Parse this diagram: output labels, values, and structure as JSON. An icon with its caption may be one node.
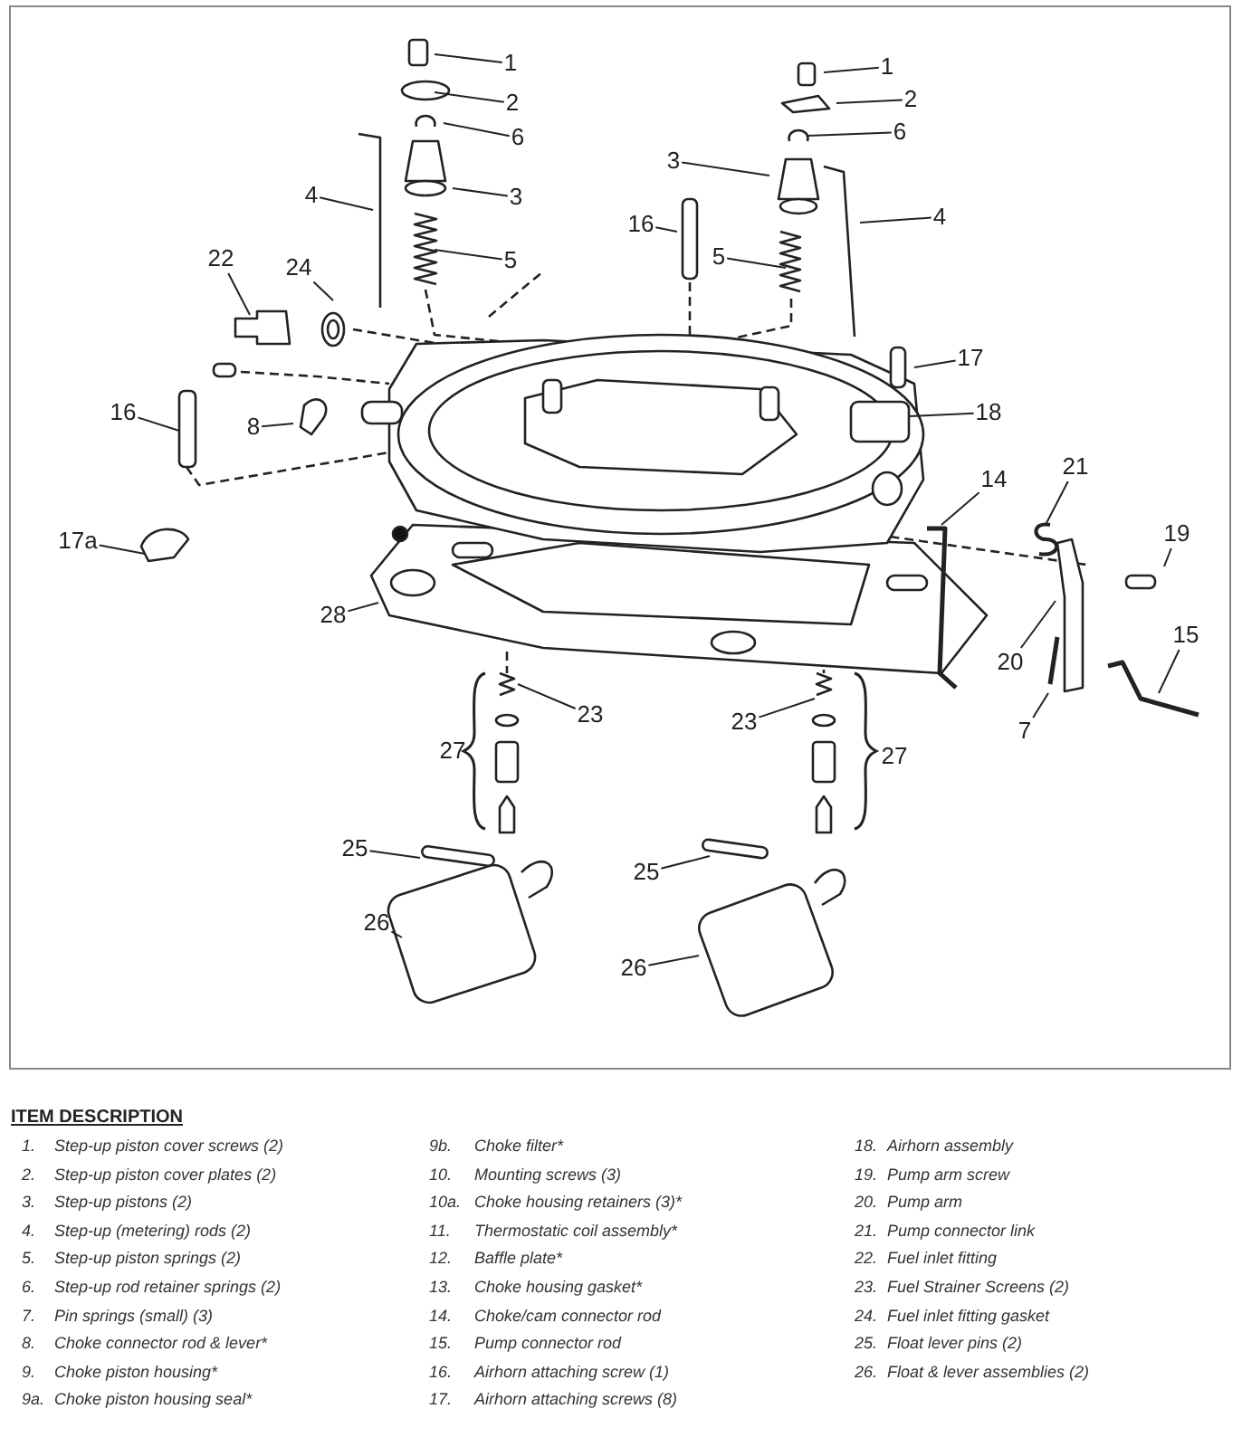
{
  "diagram": {
    "title": "ITEM DESCRIPTION",
    "nodes": [
      {
        "text": [
          "1"
        ]
      },
      {
        "text": [
          "2"
        ]
      },
      {
        "text": [
          "6"
        ]
      },
      {
        "text": [
          "4"
        ]
      },
      {
        "text": [
          "3"
        ]
      },
      {
        "text": [
          "5"
        ]
      },
      {
        "text": [
          "22"
        ]
      },
      {
        "text": [
          "24"
        ]
      },
      {
        "text": [
          "16"
        ]
      },
      {
        "text": [
          "8"
        ]
      },
      {
        "text": [
          "17a"
        ]
      },
      {
        "text": [
          "28"
        ]
      },
      {
        "text": [
          "23"
        ]
      },
      {
        "text": [
          "25"
        ]
      },
      {
        "text": [
          "26"
        ]
      },
      {
        "text": [
          "1"
        ]
      },
      {
        "text": [
          "2"
        ]
      },
      {
        "text": [
          "6"
        ]
      },
      {
        "text": [
          "3"
        ]
      },
      {
        "text": [
          "16"
        ]
      },
      {
        "text": [
          "5"
        ]
      },
      {
        "text": [
          "4"
        ]
      },
      {
        "text": [
          "17"
        ]
      },
      {
        "text": [
          "18"
        ]
      },
      {
        "text": [
          "14"
        ]
      },
      {
        "text": [
          "21"
        ]
      },
      {
        "text": [
          "19"
        ]
      },
      {
        "text": [
          "20"
        ]
      },
      {
        "text": [
          "7"
        ]
      },
      {
        "text": [
          "15"
        ]
      },
      {
        "text": [
          "23"
        ]
      },
      {
        "text": [
          "25"
        ]
      },
      {
        "text": [
          "26"
        ]
      }
    ],
    "edges": [
      {
        "from": 0,
        "to": null,
        "arrow": "none"
      },
      {
        "from": 1,
        "to": null,
        "arrow": "none"
      },
      {
        "from": 2,
        "to": null,
        "arrow": "none"
      },
      {
        "from": 3,
        "to": null,
        "arrow": "none"
      },
      {
        "from": 4,
        "to": null,
        "arrow": "none"
      },
      {
        "from": 5,
        "to": null,
        "arrow": "none"
      },
      {
        "from": 6,
        "to": null,
        "arrow": "none"
      },
      {
        "from": 7,
        "to": null,
        "arrow": "none"
      },
      {
        "from": 8,
        "to": null,
        "arrow": "none"
      },
      {
        "from": 9,
        "to": null,
        "arrow": "none"
      },
      {
        "from": 10,
        "to": null,
        "arrow": "none"
      },
      {
        "from": 11,
        "to": null,
        "arrow": "none"
      },
      {
        "from": 12,
        "to": null,
        "arrow": "none"
      },
      {
        "from": 13,
        "to": null,
        "arrow": "none"
      },
      {
        "from": 14,
        "to": null,
        "arrow": "none"
      },
      {
        "from": 15,
        "to": null,
        "arrow": "none"
      },
      {
        "from": 16,
        "to": null,
        "arrow": "none"
      },
      {
        "from": 17,
        "to": null,
        "arrow": "none"
      },
      {
        "from": 18,
        "to": null,
        "arrow": "none"
      },
      {
        "from": 19,
        "to": null,
        "arrow": "none"
      },
      {
        "from": 20,
        "to": null,
        "arrow": "none"
      },
      {
        "from": 21,
        "to": null,
        "arrow": "none"
      },
      {
        "from": 22,
        "to": null,
        "arrow": "none"
      },
      {
        "from": 23,
        "to": null,
        "arrow": "none"
      },
      {
        "from": 24,
        "to": null,
        "arrow": "none"
      },
      {
        "from": 25,
        "to": null,
        "arrow": "none"
      },
      {
        "from": 26,
        "to": null,
        "arrow": "none"
      },
      {
        "from": 27,
        "to": null,
        "arrow": "none"
      },
      {
        "from": 28,
        "to": null,
        "arrow": "none"
      },
      {
        "from": 29,
        "to": null,
        "arrow": "none"
      },
      {
        "from": 30,
        "to": null,
        "arrow": "none"
      },
      {
        "from": 31,
        "to": null,
        "arrow": "none"
      },
      {
        "from": 32,
        "to": null,
        "arrow": "none"
      }
    ],
    "labels": [
      "27",
      "27",
      "1.",
      "Step-up piston cover screws (2)",
      "2.",
      "Step-up piston cover plates (2)",
      "3.",
      "Step-up pistons (2)",
      "4.",
      "Step-up (metering) rods (2)",
      "5.",
      "Step-up piston springs (2)",
      "6.",
      "Step-up rod retainer springs (2)",
      "7.",
      "Pin springs (small) (3)",
      "8.",
      "Choke connector rod & lever*",
      "9.",
      "Choke piston housing*",
      "9a.",
      "Choke piston housing seal*",
      "9b.",
      "Choke filter*",
      "10.",
      "Mounting screws (3)",
      "10a.",
      "Choke housing retainers (3)*",
      "11.",
      "Thermostatic coil assembly*",
      "12.",
      "Baffle plate*",
      "13.",
      "Choke housing gasket*",
      "14.",
      "Choke/cam connector rod",
      "15.",
      "Pump connector rod",
      "16.",
      "Airhorn attaching screw (1)",
      "17.",
      "Airhorn attaching screws (8)",
      "18.",
      "Airhorn assembly",
      "19.",
      "Pump arm screw",
      "20.",
      "Pump arm",
      "21.",
      "Pump connector link",
      "22.",
      "Fuel inlet fitting",
      "23.",
      "Fuel Strainer Screens (2)",
      "24.",
      "Fuel inlet fitting gasket",
      "25.",
      "Float lever pins (2)",
      "26.",
      "Float & lever assemblies (2)"
    ]
  }
}
